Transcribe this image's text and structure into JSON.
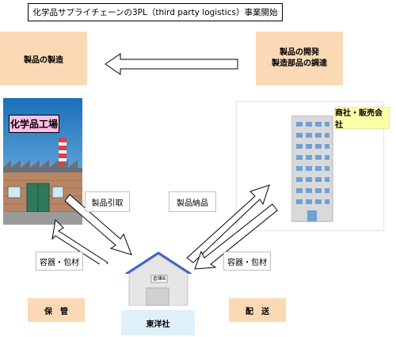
{
  "title": "化学品サプライチェーンの3PL（third party logistics）事業開始",
  "boxes": {
    "manufacturing": "製品の製造",
    "development_line1": "製品の開発",
    "development_line2": "製造部品の調達",
    "storage": "保　管",
    "delivery": "配　送"
  },
  "factory_sign": "化学品工場",
  "trading_company": "商社・販売会社",
  "warehouse_sign": "倉庫B",
  "company_name": "東洋社",
  "labels": {
    "pickup": "製品引取",
    "delivery_goods": "製品納品",
    "containers_left": "容器・包材",
    "containers_right": "容器・包材"
  }
}
